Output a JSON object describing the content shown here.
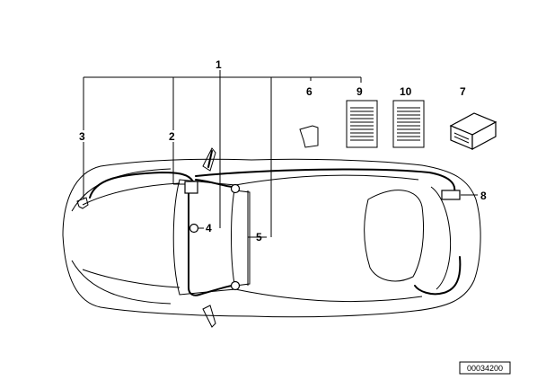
{
  "diagram": {
    "callouts": {
      "c1": "1",
      "c2": "2",
      "c3": "3",
      "c4": "4",
      "c5": "5",
      "c6": "6",
      "c7": "7",
      "c8": "8",
      "c9": "9",
      "c10": "10"
    },
    "reference_number": "00034200",
    "colors": {
      "line": "#000000",
      "background": "#ffffff"
    },
    "icons": [
      "wiring-harness",
      "connector-plug",
      "document-sheet",
      "control-unit-box"
    ]
  }
}
